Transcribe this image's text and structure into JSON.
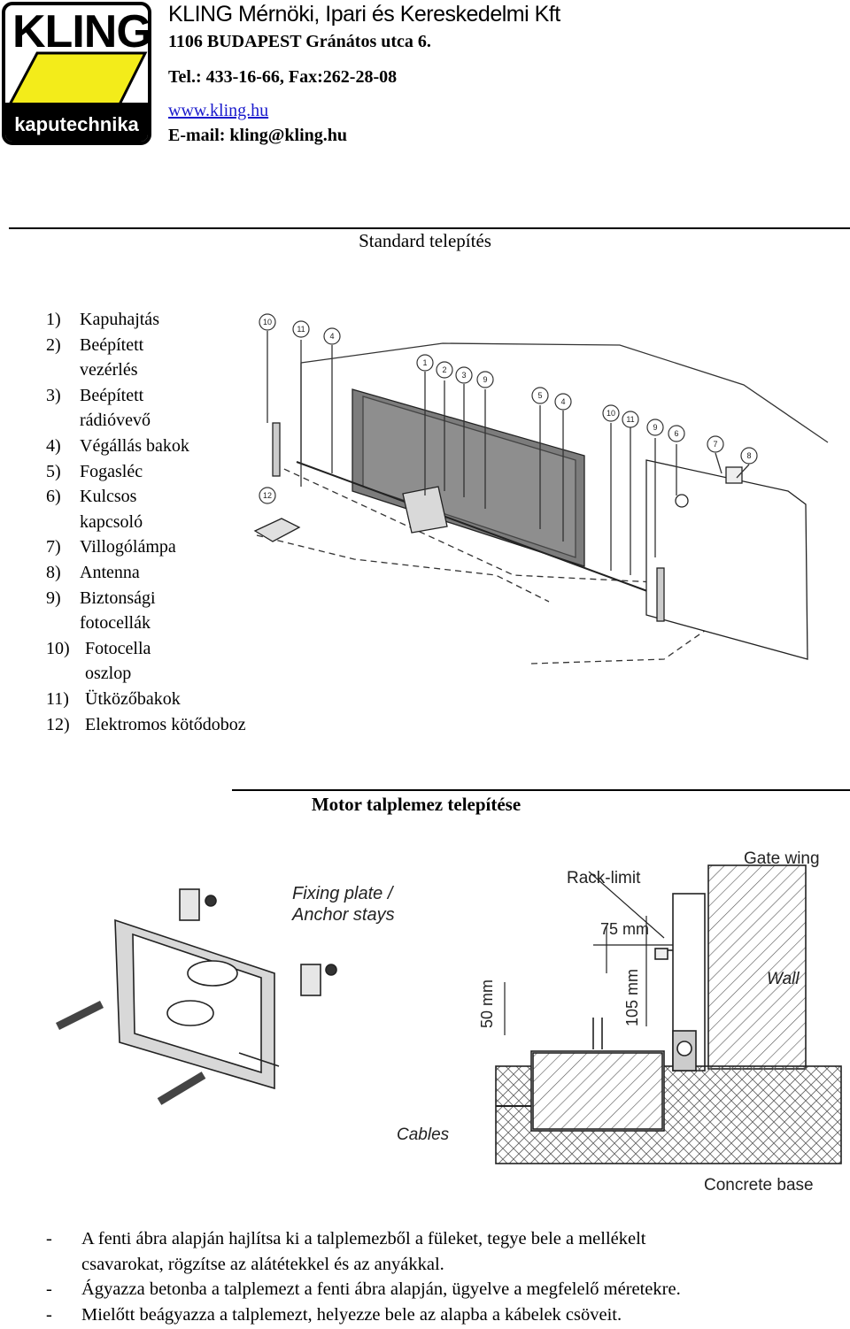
{
  "header": {
    "logo_word": "KLING",
    "logo_sub": "kaputechnika",
    "company": "KLING Mérnöki, Ipari és Kereskedelmi Kft",
    "address": "1106 BUDAPEST Gránátos utca 6.",
    "tel": "Tel.:   433-16-66,  Fax:262-28-08",
    "web": "www.kling.hu",
    "email": "E-mail: kling@kling.hu"
  },
  "section1_title": "Standard telepítés",
  "legend": [
    {
      "num": "1)",
      "text": "Kapuhajtás"
    },
    {
      "num": "2)",
      "text": "Beépített"
    },
    {
      "num": "",
      "text": "vezérlés"
    },
    {
      "num": "3)",
      "text": "Beépített"
    },
    {
      "num": "",
      "text": "rádióvevő"
    },
    {
      "num": "4)",
      "text": "Végállás bakok"
    },
    {
      "num": "5)",
      "text": "Fogasléc"
    },
    {
      "num": "6)",
      "text": "Kulcsos"
    },
    {
      "num": "",
      "text": "kapcsoló"
    },
    {
      "num": "7)",
      "text": "Villogólámpa"
    },
    {
      "num": "8)",
      "text": "Antenna"
    },
    {
      "num": "9)",
      "text": "Biztonsági"
    },
    {
      "num": "",
      "text": "fotocellák"
    },
    {
      "num": "10)",
      "text": "Fotocella"
    },
    {
      "num": "",
      "text": "oszlop"
    },
    {
      "num": "11)",
      "text": "Ütközőbakok"
    },
    {
      "num": "12)",
      "text": "Elektromos kötődoboz"
    }
  ],
  "diagram1": {
    "callouts": [
      "10",
      "11",
      "4",
      "1",
      "2",
      "3",
      "9",
      "5",
      "4",
      "10",
      "11",
      "9",
      "6",
      "7",
      "8",
      "12"
    ]
  },
  "section2_title": "Motor talplemez telepítése",
  "diagram2": {
    "fixing_plate": "Fixing plate /",
    "anchor_stays": "Anchor stays",
    "rack_limit": "Rack-limit",
    "gate_wing": "Gate wing",
    "dim_75": "75 mm",
    "dim_105": "105 mm",
    "dim_50": "50 mm",
    "wall": "Wall",
    "cables": "Cables",
    "concrete_base": "Concrete base"
  },
  "steps": [
    {
      "dash": "-",
      "text": "A fenti ábra alapján hajlítsa ki a talplemezből a füleket, tegye bele a mellékelt"
    },
    {
      "dash": "",
      "text": "csavarokat, rögzítse az alátétekkel és az anyákkal."
    },
    {
      "dash": "-",
      "text": "Ágyazza betonba a talplemezt a fenti ábra alapján, ügyelve a megfelelő méretekre."
    },
    {
      "dash": "-",
      "text": "Mielőtt beágyazza a talplemezt, helyezze bele az alapba a kábelek csöveit."
    }
  ]
}
